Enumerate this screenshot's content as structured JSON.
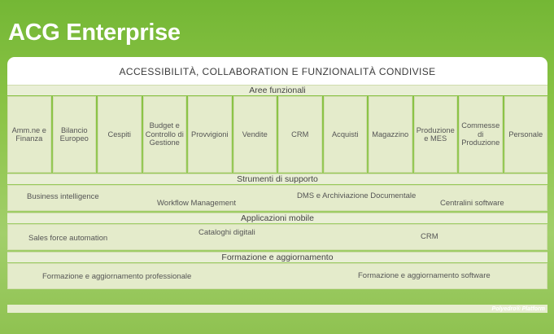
{
  "title": "ACG Enterprise",
  "header": "ACCESSIBILITÀ, COLLABORATION E FUNZIONALITÀ CONDIVISE",
  "sections": {
    "aree": "Aree funzionali",
    "strumenti": "Strumenti di supporto",
    "mobile": "Applicazioni mobile",
    "formazione": "Formazione e aggiornamento"
  },
  "areas": [
    "Amm.ne e\nFinanza",
    "Bilancio\nEuropeo",
    "Cespiti",
    "Budget e\nControllo di\nGestione",
    "Provvigioni",
    "Vendite",
    "CRM",
    "Acquisti",
    "Magazzino",
    "Produzione\ne MES",
    "Commesse\ndi\nProduzione",
    "Personale"
  ],
  "strumenti_items": {
    "bi": "Business intelligence",
    "workflow": "Workflow Management",
    "dms": "DMS e Archiviazione Documentale",
    "centralini": "Centralini software"
  },
  "mobile_items": {
    "sfa": "Sales force automation",
    "cataloghi": "Cataloghi digitali",
    "crm": "CRM"
  },
  "formazione_items": {
    "professionale": "Formazione e aggiornamento professionale",
    "software": "Formazione e aggiornamento software"
  },
  "brand": "Polyedro® Platform"
}
